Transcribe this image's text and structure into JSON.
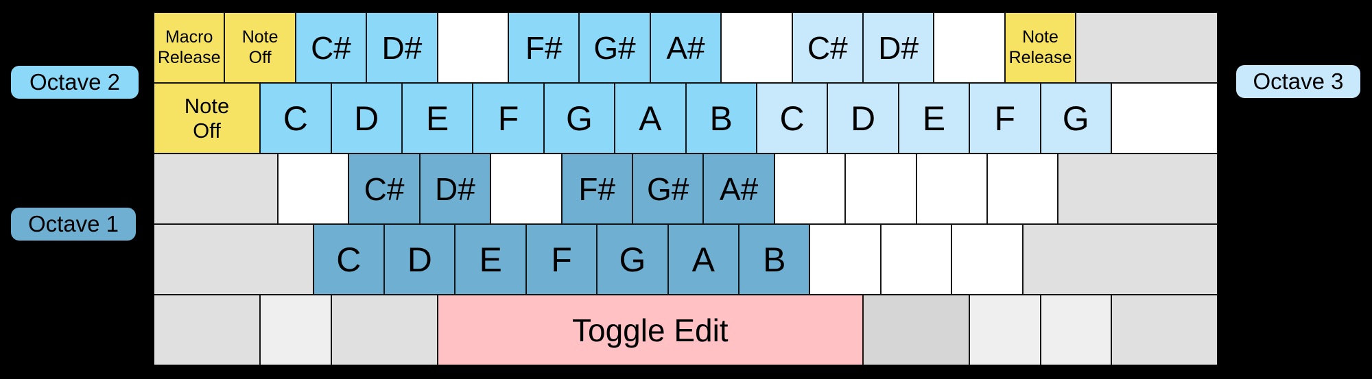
{
  "colors": {
    "background": "#000000",
    "octave1": "#6fafd1",
    "octave2": "#8cd8f8",
    "octave3": "#c8e9fb",
    "yellow": "#f6e263",
    "pink": "#ffc1c4",
    "gray": "#e0e0e0",
    "light_gray": "#efefef",
    "dark_gray": "#d6d6d6",
    "white": "#ffffff",
    "key_border": "#141414",
    "text": "#000000"
  },
  "labels": {
    "octave1": "Octave 1",
    "octave2": "Octave 2",
    "octave3": "Octave 3"
  },
  "keyboard": {
    "rows": [
      {
        "keys": [
          {
            "name": "macro-release",
            "label": "Macro\nRelease",
            "color": "yellow",
            "units": 1,
            "size": "sm"
          },
          {
            "name": "note-off",
            "label": "Note\nOff",
            "color": "yellow",
            "units": 1,
            "size": "sm"
          },
          {
            "name": "c-sharp-octave2",
            "label": "C#",
            "color": "octave2",
            "units": 1,
            "size": "sharp"
          },
          {
            "name": "d-sharp-octave2",
            "label": "D#",
            "color": "octave2",
            "units": 1,
            "size": "sharp"
          },
          {
            "name": "blank",
            "label": "",
            "color": "white",
            "units": 1,
            "size": "lg"
          },
          {
            "name": "f-sharp-octave2",
            "label": "F#",
            "color": "octave2",
            "units": 1,
            "size": "sharp"
          },
          {
            "name": "g-sharp-octave2",
            "label": "G#",
            "color": "octave2",
            "units": 1,
            "size": "sharp"
          },
          {
            "name": "a-sharp-octave2",
            "label": "A#",
            "color": "octave2",
            "units": 1,
            "size": "sharp"
          },
          {
            "name": "blank",
            "label": "",
            "color": "white",
            "units": 1,
            "size": "lg"
          },
          {
            "name": "c-sharp-octave3",
            "label": "C#",
            "color": "octave3",
            "units": 1,
            "size": "sharp"
          },
          {
            "name": "d-sharp-octave3",
            "label": "D#",
            "color": "octave3",
            "units": 1,
            "size": "sharp"
          },
          {
            "name": "blank",
            "label": "",
            "color": "white",
            "units": 1,
            "size": "lg"
          },
          {
            "name": "note-release",
            "label": "Note\nRelease",
            "color": "yellow",
            "units": 1,
            "size": "sm"
          },
          {
            "name": "gray-wide",
            "label": "",
            "color": "gray",
            "units": 2,
            "size": "lg"
          }
        ]
      },
      {
        "keys": [
          {
            "name": "note-off-wide",
            "label": "Note\nOff",
            "color": "yellow",
            "units": 1.5,
            "size": "md"
          },
          {
            "name": "c-octave2",
            "label": "C",
            "color": "octave2",
            "units": 1,
            "size": "lg"
          },
          {
            "name": "d-octave2",
            "label": "D",
            "color": "octave2",
            "units": 1,
            "size": "lg"
          },
          {
            "name": "e-octave2",
            "label": "E",
            "color": "octave2",
            "units": 1,
            "size": "lg"
          },
          {
            "name": "f-octave2",
            "label": "F",
            "color": "octave2",
            "units": 1,
            "size": "lg"
          },
          {
            "name": "g-octave2",
            "label": "G",
            "color": "octave2",
            "units": 1,
            "size": "lg"
          },
          {
            "name": "a-octave2",
            "label": "A",
            "color": "octave2",
            "units": 1,
            "size": "lg"
          },
          {
            "name": "b-octave2",
            "label": "B",
            "color": "octave2",
            "units": 1,
            "size": "lg"
          },
          {
            "name": "c-octave3",
            "label": "C",
            "color": "octave3",
            "units": 1,
            "size": "lg"
          },
          {
            "name": "d-octave3",
            "label": "D",
            "color": "octave3",
            "units": 1,
            "size": "lg"
          },
          {
            "name": "e-octave3",
            "label": "E",
            "color": "octave3",
            "units": 1,
            "size": "lg"
          },
          {
            "name": "f-octave3",
            "label": "F",
            "color": "octave3",
            "units": 1,
            "size": "lg"
          },
          {
            "name": "g-octave3",
            "label": "G",
            "color": "octave3",
            "units": 1,
            "size": "lg"
          },
          {
            "name": "blank",
            "label": "",
            "color": "white",
            "units": 1.5,
            "size": "lg"
          }
        ]
      },
      {
        "keys": [
          {
            "name": "gray-wide",
            "label": "",
            "color": "gray",
            "units": 1.75,
            "size": "lg"
          },
          {
            "name": "blank",
            "label": "",
            "color": "white",
            "units": 1,
            "size": "lg"
          },
          {
            "name": "c-sharp-octave1",
            "label": "C#",
            "color": "octave1",
            "units": 1,
            "size": "sharp"
          },
          {
            "name": "d-sharp-octave1",
            "label": "D#",
            "color": "octave1",
            "units": 1,
            "size": "sharp"
          },
          {
            "name": "blank",
            "label": "",
            "color": "white",
            "units": 1,
            "size": "lg"
          },
          {
            "name": "f-sharp-octave1",
            "label": "F#",
            "color": "octave1",
            "units": 1,
            "size": "sharp"
          },
          {
            "name": "g-sharp-octave1",
            "label": "G#",
            "color": "octave1",
            "units": 1,
            "size": "sharp"
          },
          {
            "name": "a-sharp-octave1",
            "label": "A#",
            "color": "octave1",
            "units": 1,
            "size": "sharp"
          },
          {
            "name": "blank",
            "label": "",
            "color": "white",
            "units": 1,
            "size": "lg"
          },
          {
            "name": "blank",
            "label": "",
            "color": "white",
            "units": 1,
            "size": "lg"
          },
          {
            "name": "blank",
            "label": "",
            "color": "white",
            "units": 1,
            "size": "lg"
          },
          {
            "name": "blank",
            "label": "",
            "color": "white",
            "units": 1,
            "size": "lg"
          },
          {
            "name": "gray-wide",
            "label": "",
            "color": "gray",
            "units": 2.25,
            "size": "lg"
          }
        ]
      },
      {
        "keys": [
          {
            "name": "gray-wide",
            "label": "",
            "color": "gray",
            "units": 2.25,
            "size": "lg"
          },
          {
            "name": "c-octave1",
            "label": "C",
            "color": "octave1",
            "units": 1,
            "size": "lg"
          },
          {
            "name": "d-octave1",
            "label": "D",
            "color": "octave1",
            "units": 1,
            "size": "lg"
          },
          {
            "name": "e-octave1",
            "label": "E",
            "color": "octave1",
            "units": 1,
            "size": "lg"
          },
          {
            "name": "f-octave1",
            "label": "F",
            "color": "octave1",
            "units": 1,
            "size": "lg"
          },
          {
            "name": "g-octave1",
            "label": "G",
            "color": "octave1",
            "units": 1,
            "size": "lg"
          },
          {
            "name": "a-octave1",
            "label": "A",
            "color": "octave1",
            "units": 1,
            "size": "lg"
          },
          {
            "name": "b-octave1",
            "label": "B",
            "color": "octave1",
            "units": 1,
            "size": "lg"
          },
          {
            "name": "blank",
            "label": "",
            "color": "white",
            "units": 1,
            "size": "lg"
          },
          {
            "name": "blank",
            "label": "",
            "color": "white",
            "units": 1,
            "size": "lg"
          },
          {
            "name": "blank",
            "label": "",
            "color": "white",
            "units": 1,
            "size": "lg"
          },
          {
            "name": "gray-wide",
            "label": "",
            "color": "gray",
            "units": 2.75,
            "size": "lg"
          }
        ]
      },
      {
        "keys": [
          {
            "name": "gray-modifier",
            "label": "",
            "color": "gray",
            "units": 1.5,
            "size": "lg"
          },
          {
            "name": "gray-modifier",
            "label": "",
            "color": "light_gray",
            "units": 1,
            "size": "lg"
          },
          {
            "name": "gray-modifier",
            "label": "",
            "color": "gray",
            "units": 1.5,
            "size": "lg"
          },
          {
            "name": "toggle-edit",
            "label": "Toggle Edit",
            "color": "pink",
            "units": 6,
            "size": "space"
          },
          {
            "name": "gray-modifier",
            "label": "",
            "color": "dark_gray",
            "units": 1.5,
            "size": "lg"
          },
          {
            "name": "gray-modifier",
            "label": "",
            "color": "light_gray",
            "units": 1,
            "size": "lg"
          },
          {
            "name": "gray-modifier",
            "label": "",
            "color": "light_gray",
            "units": 1,
            "size": "lg"
          },
          {
            "name": "gray-modifier",
            "label": "",
            "color": "gray",
            "units": 1.5,
            "size": "lg"
          }
        ]
      }
    ]
  }
}
